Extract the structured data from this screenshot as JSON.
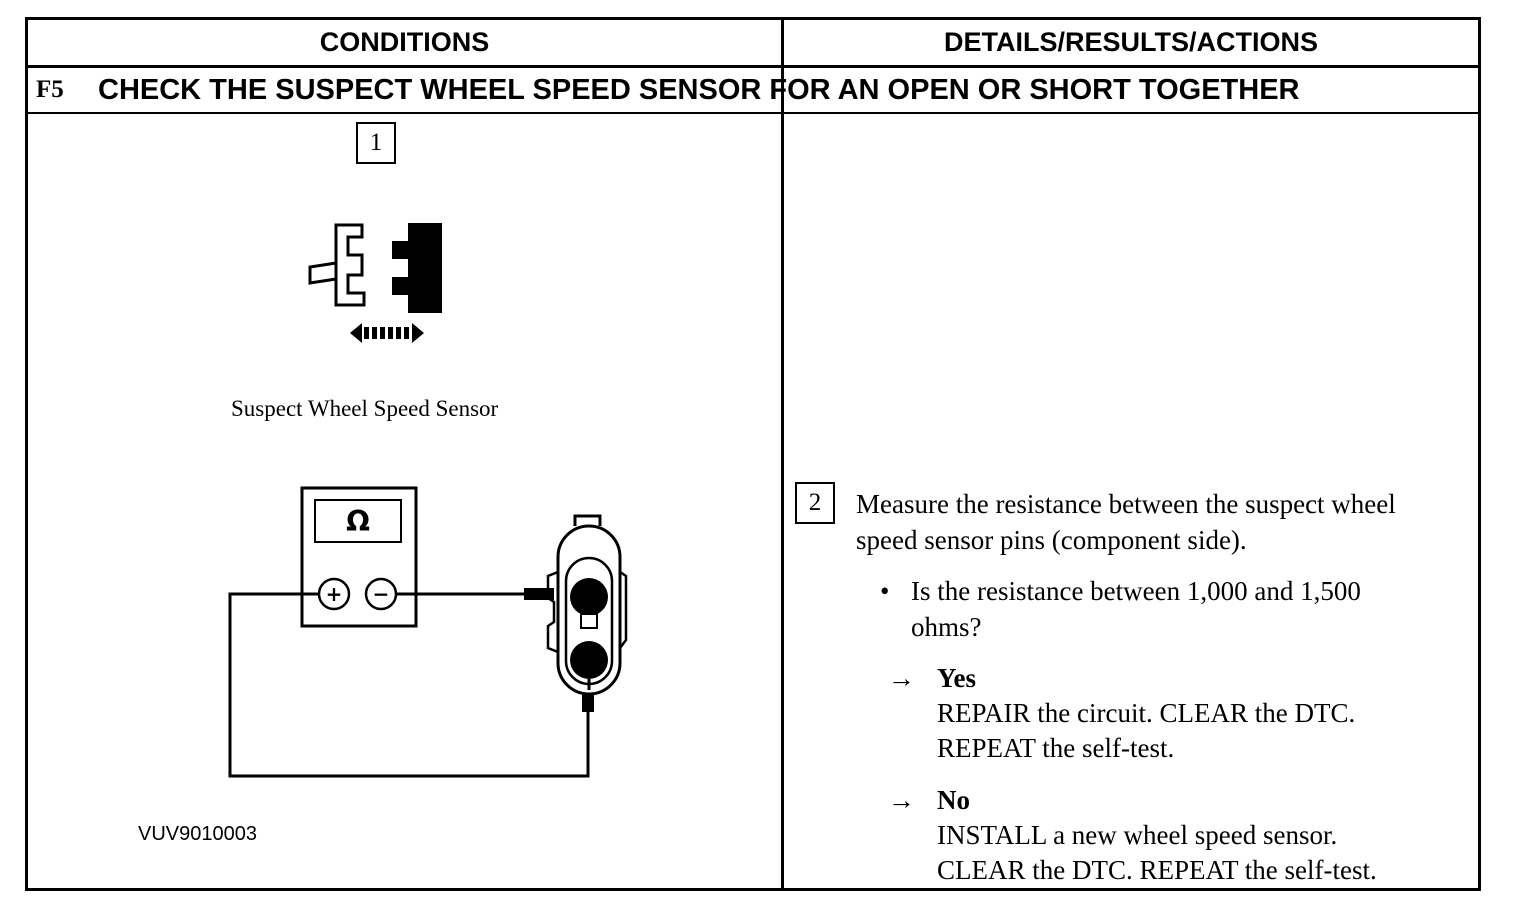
{
  "header": {
    "conditions": "CONDITIONS",
    "details": "DETAILS/RESULTS/ACTIONS"
  },
  "step": {
    "code": "F5",
    "title": "CHECK THE SUSPECT WHEEL SPEED SENSOR FOR AN OPEN OR SHORT TOGETHER"
  },
  "figure": {
    "step1_number": "1",
    "caption": "Suspect Wheel Speed Sensor",
    "meter_symbol": "Ω",
    "plus_symbol": "+",
    "minus_symbol": "−",
    "figure_code": "VUV9010003"
  },
  "instructions": {
    "step2_number": "2",
    "text_line1": "Measure the resistance between the suspect wheel",
    "text_line2": "speed sensor pins (component side).",
    "question_line1": "Is the resistance between 1,000 and 1,500",
    "question_line2": "ohms?",
    "bullet": "•",
    "arrow": "→",
    "yes_label": "Yes",
    "yes_action_line1": "REPAIR the circuit. CLEAR the DTC.",
    "yes_action_line2": "REPEAT the self-test.",
    "no_label": "No",
    "no_action_line1": "INSTALL a new wheel speed sensor.",
    "no_action_line2": "CLEAR the DTC. REPEAT the self-test."
  }
}
